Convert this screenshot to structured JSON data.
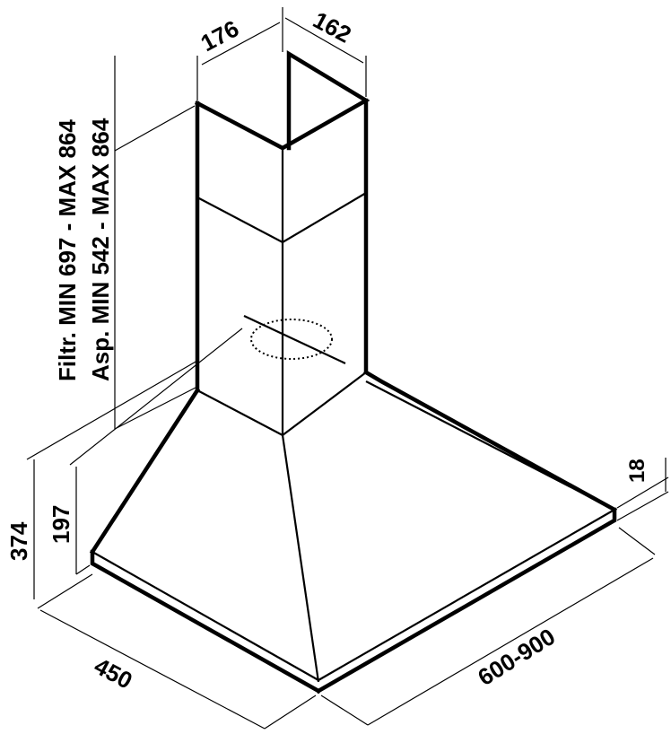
{
  "dimensions": {
    "duct_width": "176",
    "duct_depth": "162",
    "hood_height": "374",
    "canopy_height": "197",
    "depth": "450",
    "width": "600-900",
    "rim_thickness": "18"
  },
  "height_labels": {
    "filter_mode": "Filtr. MIN 697 - MAX 864",
    "extraction_mode": "Asp. MIN 542 - MAX 864"
  }
}
